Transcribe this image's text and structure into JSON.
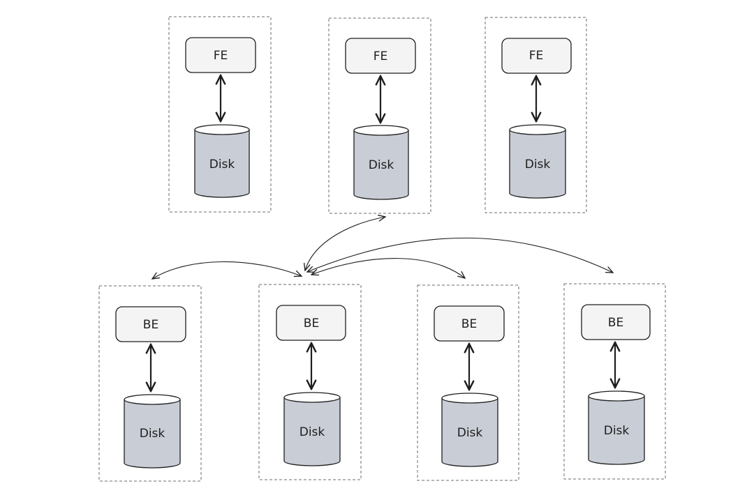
{
  "colors": {
    "stroke": "#1e1e1e",
    "node_fill": "#f4f4f5",
    "disk_fill": "#c9cdd6",
    "container_border": "#6b6b6b",
    "background": "#ffffff"
  },
  "frontend_nodes": [
    {
      "label": "FE",
      "disk_label": "Disk"
    },
    {
      "label": "FE",
      "disk_label": "Disk"
    },
    {
      "label": "FE",
      "disk_label": "Disk"
    }
  ],
  "backend_nodes": [
    {
      "label": "BE",
      "disk_label": "Disk"
    },
    {
      "label": "BE",
      "disk_label": "Disk"
    },
    {
      "label": "BE",
      "disk_label": "Disk"
    },
    {
      "label": "BE",
      "disk_label": "Disk"
    }
  ]
}
